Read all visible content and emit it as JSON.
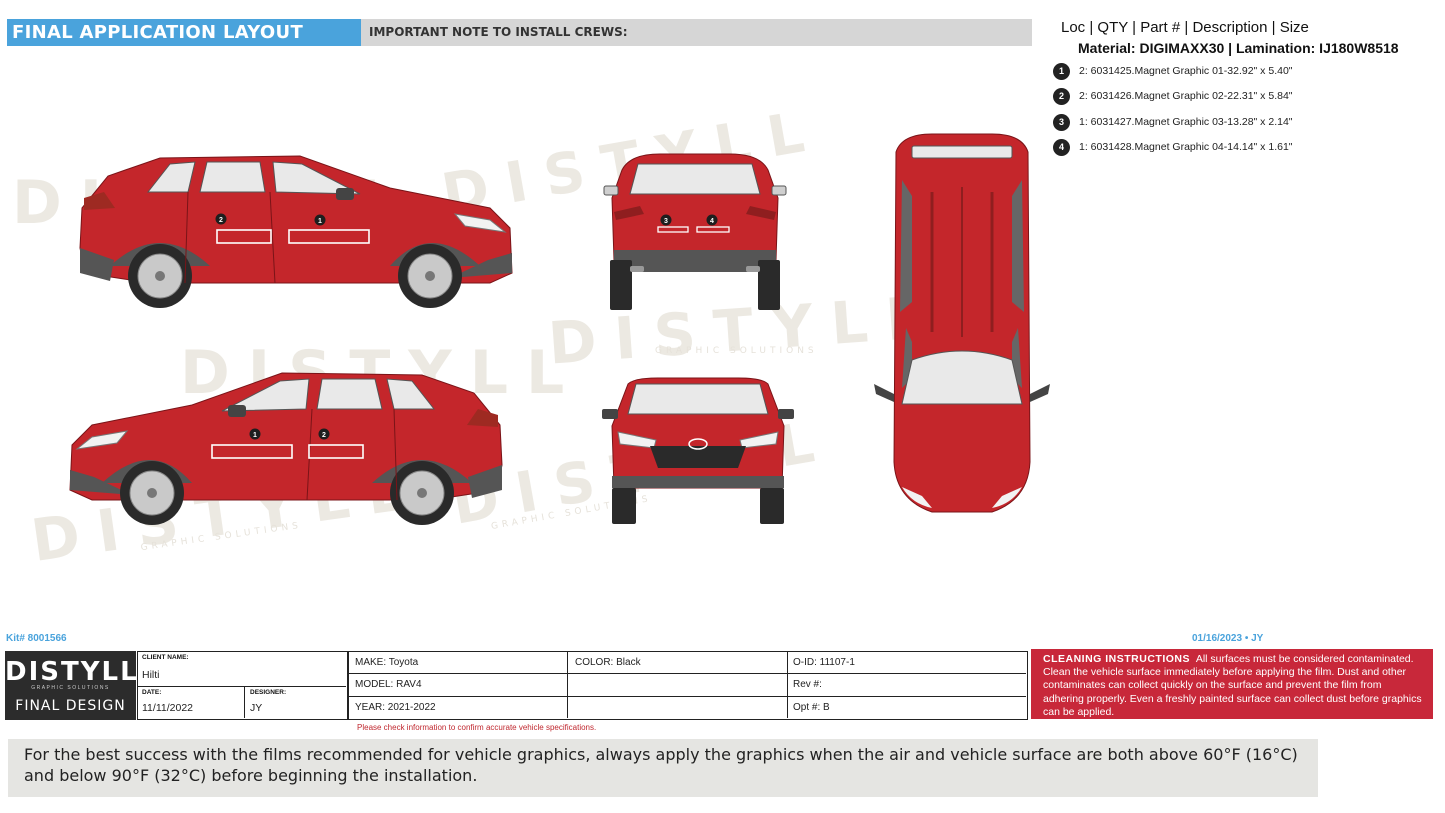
{
  "header": {
    "title": "FINAL APPLICATION LAYOUT",
    "note_label": "IMPORTANT NOTE TO INSTALL CREWS:"
  },
  "legend": {
    "heading": "Loc | QTY | Part # | Description | Size",
    "material": "Material: DIGIMAXX30 | Lamination: IJ180W8518",
    "items": [
      {
        "num": "1",
        "text": "2: 6031425.Magnet Graphic 01-32.92\" x 5.40\""
      },
      {
        "num": "2",
        "text": "2: 6031426.Magnet Graphic 02-22.31\" x 5.84\""
      },
      {
        "num": "3",
        "text": "1: 6031427.Magnet Graphic 03-13.28\" x 2.14\""
      },
      {
        "num": "4",
        "text": "1: 6031428.Magnet Graphic 04-14.14\" x 1.61\""
      }
    ]
  },
  "watermark": {
    "word": "DISTYLL",
    "tagline": "GRAPHIC SOLUTIONS"
  },
  "markers": {
    "m1": "1",
    "m2": "2",
    "m3": "3",
    "m4": "4"
  },
  "colors": {
    "body_red": "#c4262b",
    "accent_blue": "#4aa3dc",
    "alert_red": "#c8283a",
    "header_gray": "#d6d6d6"
  },
  "footer": {
    "kit": "Kit# 8001566",
    "date_initials": "01/16/2023 • JY",
    "logo": {
      "word": "DISTYLL",
      "tagline": "GRAPHIC SOLUTIONS",
      "caption": "FINAL DESIGN"
    },
    "client_label": "CLIENT NAME:",
    "client": "Hilti",
    "date_label": "DATE:",
    "date": "11/11/2022",
    "designer_label": "DESIGNER:",
    "designer": "JY",
    "make": "MAKE: Toyota",
    "model": "MODEL:  RAV4",
    "year": "YEAR:  2021-2022",
    "color": "COLOR:  Black",
    "oid": "O-ID:  11107-1",
    "rev": "Rev #:",
    "opt": "Opt #: B",
    "check_note": "Please check information to confirm accurate vehicle specifications.",
    "cleaning_title": "CLEANING INSTRUCTIONS",
    "cleaning_text": "All surfaces must be considered contaminated. Clean the vehicle surface immediately before applying the film. Dust and other contaminates can collect quickly on the surface and prevent the film from adhering properly. Even a freshly painted surface can collect dust before graphics can be applied.",
    "bottom_note": "For the best success with the films recommended for vehicle graphics, always apply the graphics when the air and vehicle surface are both above 60°F (16°C) and below 90°F (32°C) before beginning the installation."
  }
}
